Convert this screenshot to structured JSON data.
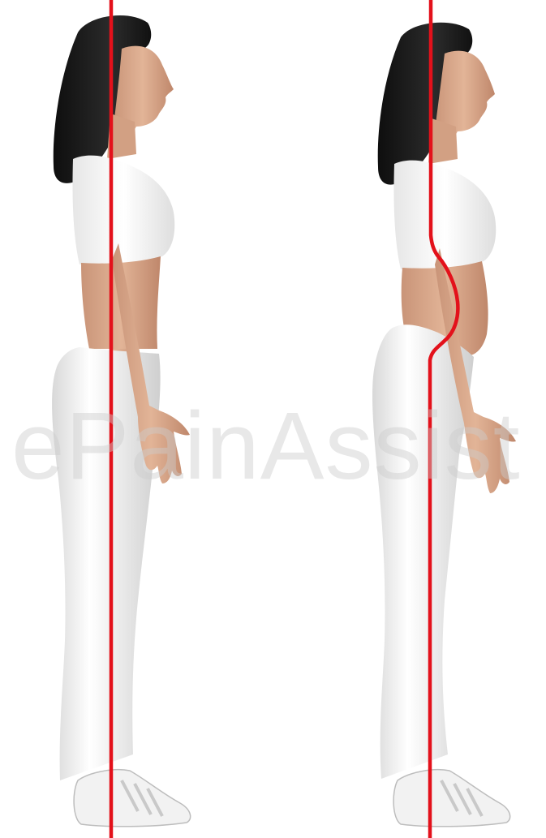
{
  "image": {
    "subject": "",
    "figures": [
      {
        "id": "left",
        "line_type": "straight"
      },
      {
        "id": "right",
        "line_type": "curved"
      }
    ]
  },
  "watermark": {
    "text": "ePainAssist"
  },
  "colors": {
    "plumb_line": "#e3111b",
    "hair": "#1c1c1c",
    "skin": "#d9a98a",
    "clothing": "#f4f4f4",
    "background": "#ffffff"
  }
}
